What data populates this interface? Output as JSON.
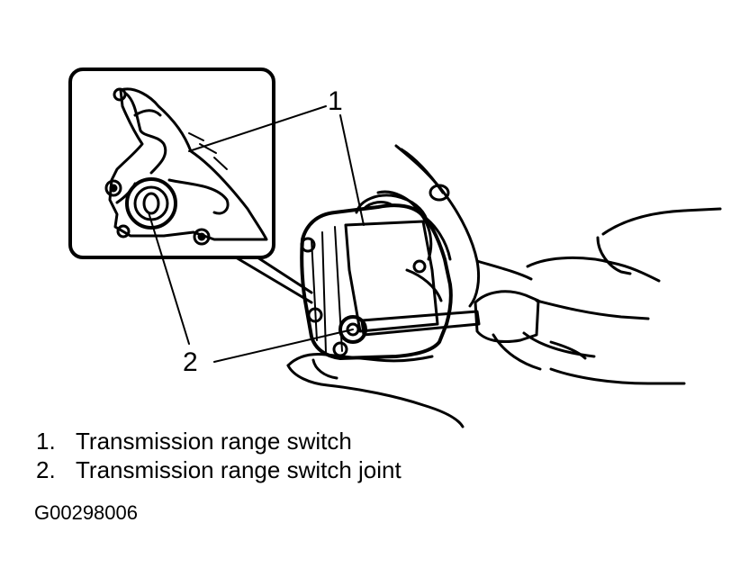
{
  "callouts": [
    {
      "number": "1"
    },
    {
      "number": "2"
    }
  ],
  "legend": [
    {
      "number": "1.",
      "text": "Transmission range switch"
    },
    {
      "number": "2.",
      "text": "Transmission range switch joint"
    }
  ],
  "figure_id": "G00298006"
}
